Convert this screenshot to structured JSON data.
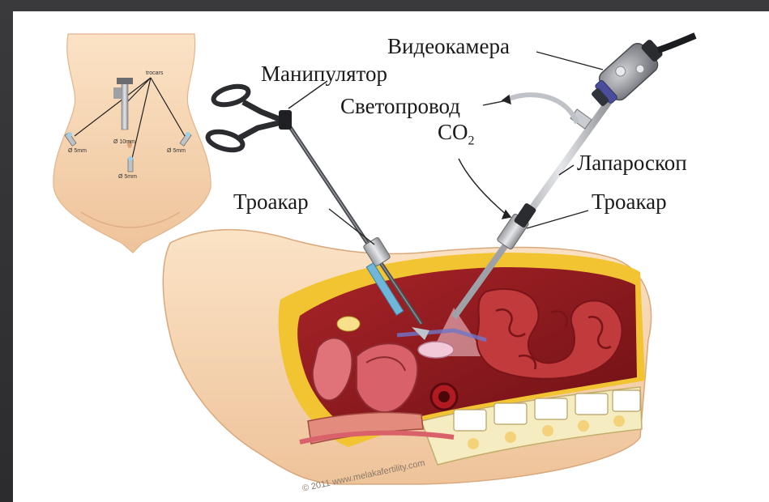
{
  "labels": {
    "videocamera": "Видеокамера",
    "manipulator": "Манипулятор",
    "lightguide": "Светопровод",
    "co2_main": "CO",
    "co2_sub": "2",
    "laparoscope": "Лапароскоп",
    "trocar_left": "Троакар",
    "trocar_right": "Троакар"
  },
  "inset": {
    "trocars": "trocars",
    "port_left": "Ø 5mm",
    "port_center": "Ø 10mm",
    "port_right": "Ø 5mm",
    "port_bottom": "Ø 5mm"
  },
  "copyright": "© 2011 www.melakafertility.com"
}
